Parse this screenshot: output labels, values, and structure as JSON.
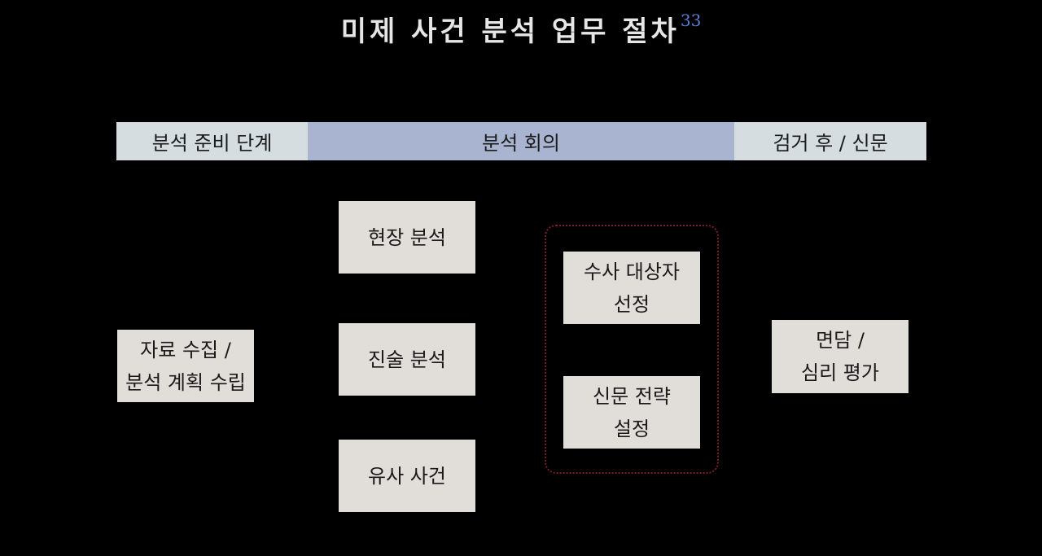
{
  "title": {
    "text": "미제 사건 분석 업무 절차",
    "footnote": "33"
  },
  "phases": {
    "prep": "분석 준비 단계",
    "meeting": "분석 회의",
    "after": "검거 후 / 신문"
  },
  "steps": {
    "collect": {
      "line1": "자료 수집 /",
      "line2": "분석 계획 수립"
    },
    "site": "현장 분석",
    "statement": "진술 분석",
    "similar": "유사 사건",
    "select_target": {
      "line1": "수사 대상자",
      "line2": "선정"
    },
    "interrogation_strategy": {
      "line1": "신문 전략",
      "line2": "설정"
    },
    "interview": {
      "line1": "면담 /",
      "line2": "심리 평가"
    }
  },
  "colors": {
    "background": "#000000",
    "phase_side": "#d5dde1",
    "phase_center": "#a8b4d0",
    "box": "#e1ddd9",
    "group_border": "#7a1f23",
    "title_text": "#e6e6e6",
    "footnote": "#5b7fd6"
  }
}
